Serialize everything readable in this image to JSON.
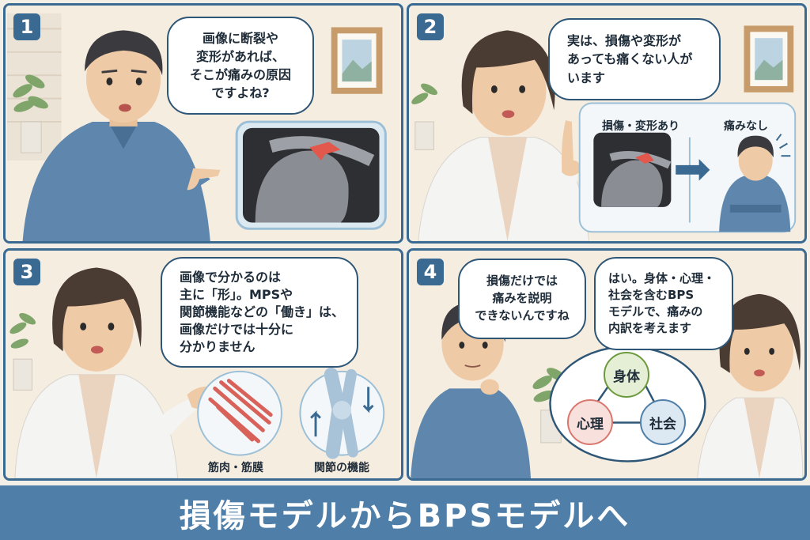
{
  "panels": [
    {
      "number": "1",
      "speech": "画像に断裂や\n変形があれば、\nそこが痛みの原因\nですよね?"
    },
    {
      "number": "2",
      "speech": "実は、損傷や変形が\nあっても痛くない人が\nいます",
      "left_label": "損傷・変形あり",
      "right_label": "痛みなし"
    },
    {
      "number": "3",
      "speech": "画像で分かるのは\n主に「形」。MPSや\n関節機能などの「働き」は、\n画像だけでは十分に\n分かりません",
      "label_muscle": "筋肉・筋膜",
      "label_joint": "関節の機能"
    },
    {
      "number": "4",
      "speech_patient": "損傷だけでは\n痛みを説明\nできないんですね",
      "speech_doctor": "はい。身体・心理・\n社会を含むBPS\nモデルで、痛みの\n内訳を考えます",
      "bps": {
        "body": "身体",
        "mind": "心理",
        "social": "社会"
      }
    }
  ],
  "footer": {
    "title": "損傷モデルからBPSモデルへ"
  },
  "colors": {
    "accent": "#3a6a91",
    "footer": "#4f7fa8",
    "body_node": "#6e9a3f",
    "mind_node": "#d9776f",
    "social_node": "#4f7fa8"
  }
}
